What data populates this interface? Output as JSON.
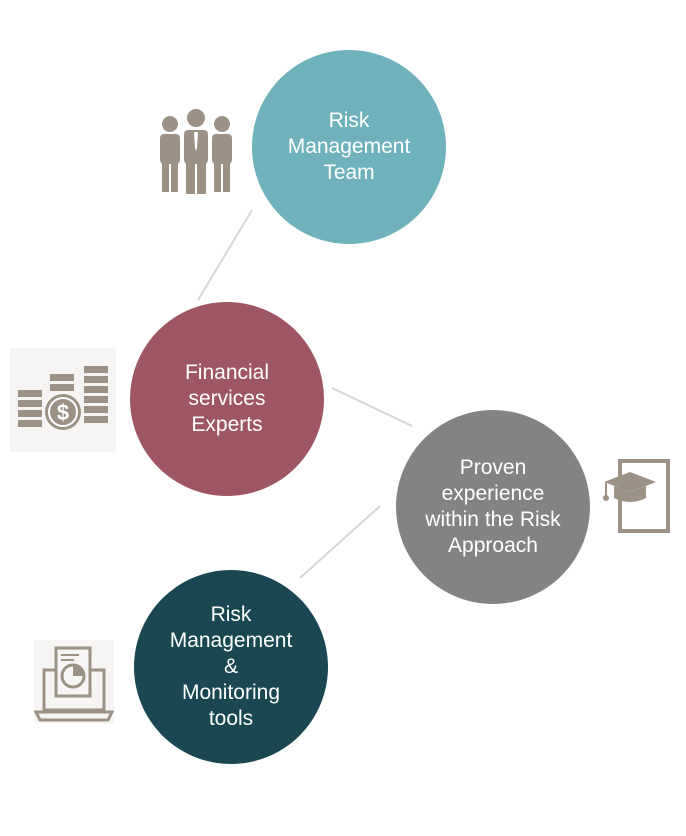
{
  "colors": {
    "team": "#6fb2bb",
    "experts": "#9e5762",
    "experience": "#838383",
    "tools": "#1b4753",
    "icon": "#9b9285",
    "connector": "#d9d6d2"
  },
  "nodes": {
    "team": {
      "label": "Risk\nManagement\nTeam",
      "icon": "people-icon"
    },
    "experts": {
      "label": "Financial\nservices\nExperts",
      "icon": "money-stack-icon"
    },
    "experience": {
      "label": "Proven\nexperience\nwithin the Risk\nApproach",
      "icon": "graduation-board-icon"
    },
    "tools": {
      "label": "Risk\nManagement\n&\nMonitoring\ntools",
      "icon": "laptop-report-icon"
    }
  }
}
